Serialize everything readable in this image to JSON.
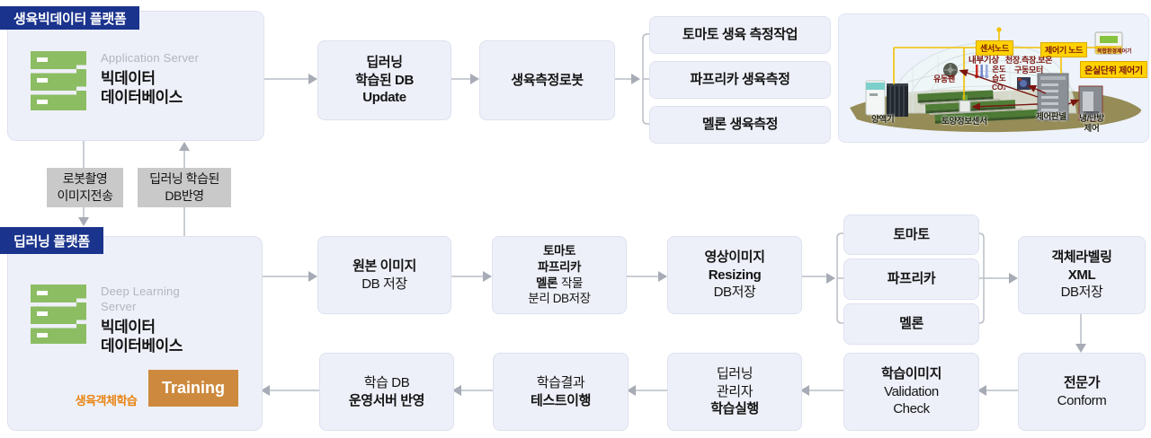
{
  "colors": {
    "badge_navy": "#1a338c",
    "node_fill": "#eef0f9",
    "node_border": "#dde1ef",
    "arrow_gray": "#a7abb5",
    "transfer_gray": "#c9c9c9",
    "server_green": "#8cbd63",
    "training_orange": "#cd8a3e",
    "caption_orange": "#e8830f",
    "dark_arrow": "#57666f",
    "greenhouse_label_yellow": "#ffd200",
    "greenhouse_label_red": "#7a150f"
  },
  "bigdata_platform": {
    "badge": "생육빅데이터 플랫폼",
    "server_type": "Application Server",
    "server_name": "빅데이터\n데이터베이스"
  },
  "deep_platform": {
    "badge": "딥러닝 플랫폼",
    "server_type": "Deep Learning Server",
    "server_name": "빅데이터\n데이터베이스",
    "training_label": "Training",
    "training_caption": "생육객체학습"
  },
  "transfer": {
    "down": "로봇촬영\n이미지전송",
    "up": "딥러닝 학습된\nDB반영"
  },
  "top_flow": {
    "db_update": "딥러닝\n학습된 DB\nUpdate",
    "robot": "생육측정로봇",
    "measurements": [
      "토마토 생육 측정작업",
      "파프리카 생육측정",
      "멜론 생육측정"
    ]
  },
  "bottom_flow": {
    "origin": {
      "title": "원본 이미지",
      "sub": "DB 저장"
    },
    "split": {
      "l1": "토마토",
      "l2": "파프리카",
      "l3a": "멜론",
      "l3b": "작물",
      "l4": "분리 DB저장"
    },
    "resize": {
      "title": "영상이미지\nResizing",
      "sub": "DB저장"
    },
    "crops": [
      "토마토",
      "파프리카",
      "멜론"
    ],
    "labeling": {
      "title": "객체라벨링\nXML",
      "sub": "DB저장"
    },
    "expert": {
      "title": "전문가",
      "sub": "Conform"
    },
    "validation": {
      "title": "학습이미지",
      "sub": "Validation\nCheck"
    },
    "manager": {
      "pre": "딥러닝\n관리자",
      "title": "학습실행"
    },
    "test": {
      "pre": "학습결과",
      "title": "테스트이행"
    },
    "deploy": {
      "pre": "학습 DB",
      "title": "운영서버 반영"
    }
  },
  "greenhouse": {
    "labels": {
      "sensor_node": "센서노드",
      "controller_node": "제어기 노드",
      "unit_controller": "온실단위 제어기",
      "device": "복합환경제어기",
      "weather": "내부기상",
      "motor": "천장.측장.보온\n구동모터",
      "fan": "유동팬",
      "env": "온도\n습도\nCO₂",
      "nutrient": "양액기",
      "soil_sensor": "토양정보센서",
      "panel": "제어판넬",
      "hvac": "냉/난방\n제어"
    }
  }
}
